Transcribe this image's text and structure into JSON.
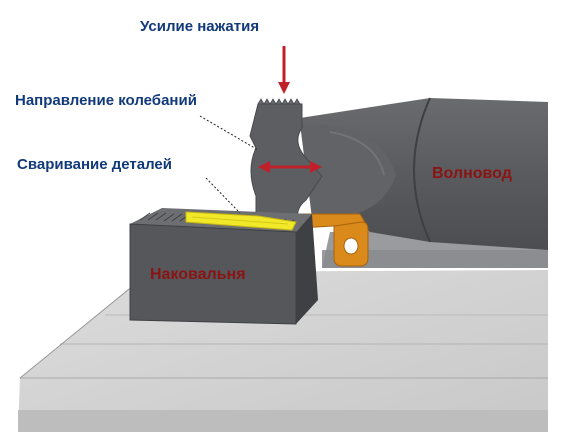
{
  "labels": {
    "pressure_force": "Усилие нажатия",
    "vibration_direction": "Направление колебаний",
    "welding_parts": "Сваривание деталей",
    "waveguide": "Волновод",
    "anvil": "Наковальня"
  },
  "colors": {
    "callout_text": "#123a7a",
    "part_text": "#8a1414",
    "arrow": "#c0202a",
    "weld_zone": "#f2e82a",
    "part_orange": "#d98a1a",
    "horn": "#5a5b5e",
    "anvil": "#56575a",
    "table": "#d2d2d2"
  },
  "icons": {
    "force": "down-arrow-icon",
    "vibration": "double-headed-arrow-icon"
  }
}
